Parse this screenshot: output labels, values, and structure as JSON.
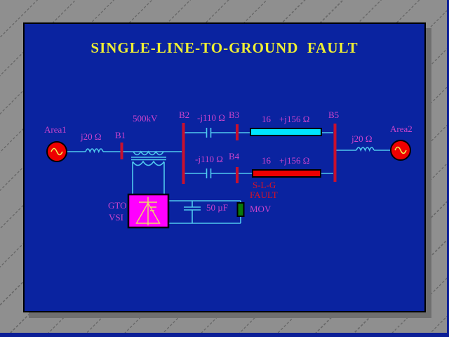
{
  "slide": {
    "title": "SINGLE-LINE-TO-GROUND  FAULT"
  },
  "diagram": {
    "area1": "Area1",
    "area2": "Area2",
    "z_source_left": "j20 Ω",
    "z_source_right": "j20 Ω",
    "bus_b1": "B1",
    "bus_b2": "B2",
    "bus_b3": "B3",
    "bus_b4": "B4",
    "bus_b5": "B5",
    "transformer_rating": "500kV",
    "series_cap_top": "-j110 Ω",
    "series_cap_bottom": "-j110 Ω",
    "line_top_r": "16",
    "line_top_x": "+j156 Ω",
    "line_bottom_r": "16",
    "line_bottom_x": "+j156 Ω",
    "fault_label_line1": "S-L-G",
    "fault_label_line2": "FAULT",
    "converter_label_line1": "GTO",
    "converter_label_line2": "VSI",
    "dc_capacitor": "50 µF",
    "mov": "MOV"
  },
  "colors": {
    "backdrop_gray": "#8F8F8F",
    "hatch_gray": "#6A6A6A",
    "slide_blue": "#0A23A0",
    "window_edge_navy": "#0B1E96",
    "title_yellow": "#EEEE33",
    "label_magenta": "#CC44CC",
    "fault_red_text": "#DD1122",
    "bus_crimson": "#C8102E",
    "wire_cyan": "#4FC8EE",
    "source_red": "#EE0000",
    "line_top_fill": "#00E5FF",
    "line_bottom_fill": "#EE0000",
    "converter_magenta": "#FF00FF",
    "mov_green": "#0A7A0A",
    "symbol_yellow": "#EEE065"
  }
}
